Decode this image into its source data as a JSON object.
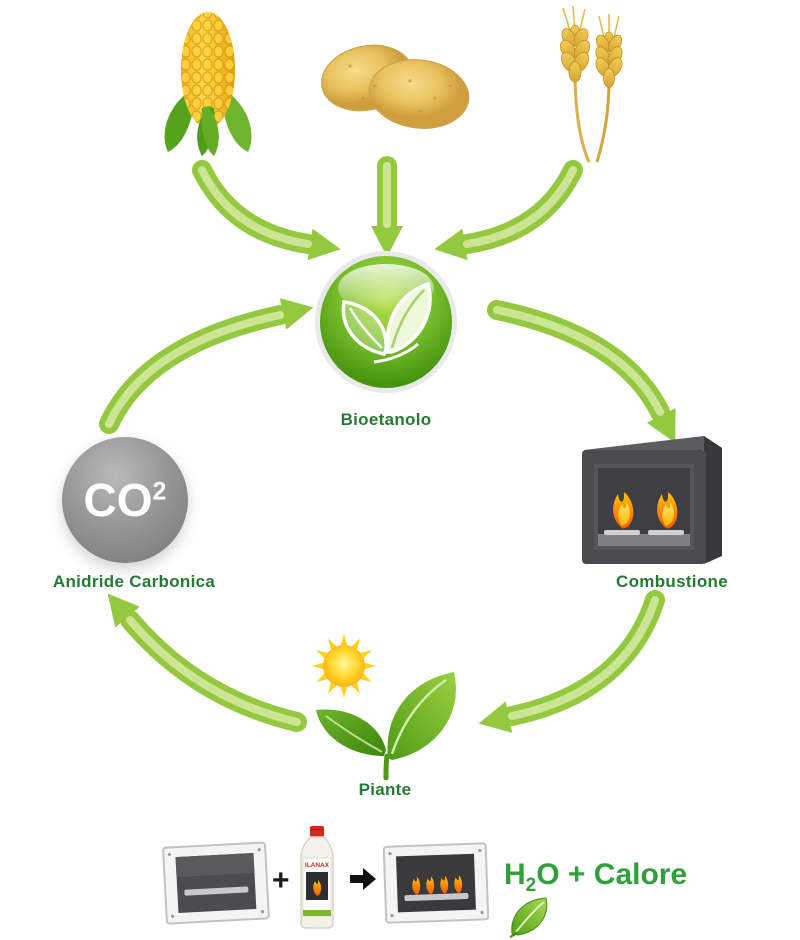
{
  "diagram": {
    "nodes": {
      "bioethanol": {
        "label": "Bioetanolo"
      },
      "combustion": {
        "label": "Combustione"
      },
      "co2": {
        "label": "Anidride Carbonica",
        "symbol": "CO",
        "exponent": "2"
      },
      "plants": {
        "label": "Piante"
      }
    },
    "sources": {
      "corn": "corn-icon",
      "potatoes": "potatoes-icon",
      "wheat": "wheat-icon"
    },
    "equation": {
      "plus": "+",
      "bottle_brand": "ILANAX",
      "result_h": "H",
      "result_sub": "2",
      "result_rest": "O + Calore"
    },
    "colors": {
      "arrow_green": "#93c83f",
      "label_green": "#257a33",
      "result_green": "#2fa03a",
      "co2_gray": "#939393",
      "flame_orange": "#ff9000",
      "fireplace_gray": "#4a4a4f"
    }
  }
}
